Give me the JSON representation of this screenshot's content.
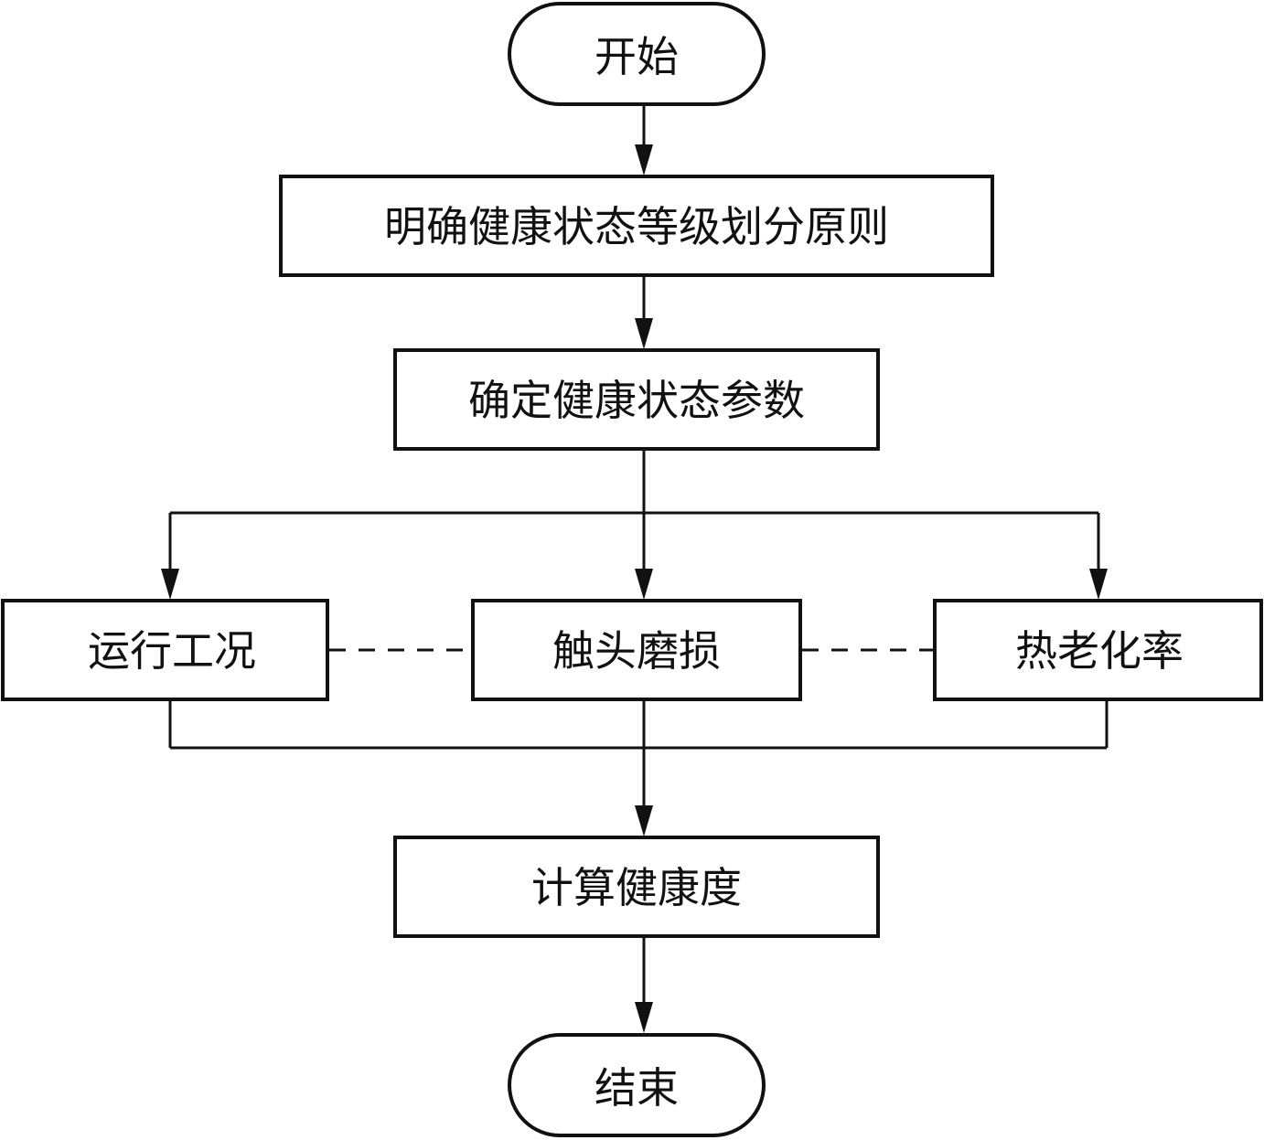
{
  "flowchart": {
    "start": "开始",
    "define_principle": "明确健康状态等级划分原则",
    "determine_params": "确定健康状态参数",
    "params": {
      "operating": "运行工况",
      "wear": "触头磨损",
      "aging": "热老化率"
    },
    "compute": "计算健康度",
    "end": "结束"
  },
  "colors": {
    "stroke": "#111111",
    "background": "#ffffff"
  }
}
